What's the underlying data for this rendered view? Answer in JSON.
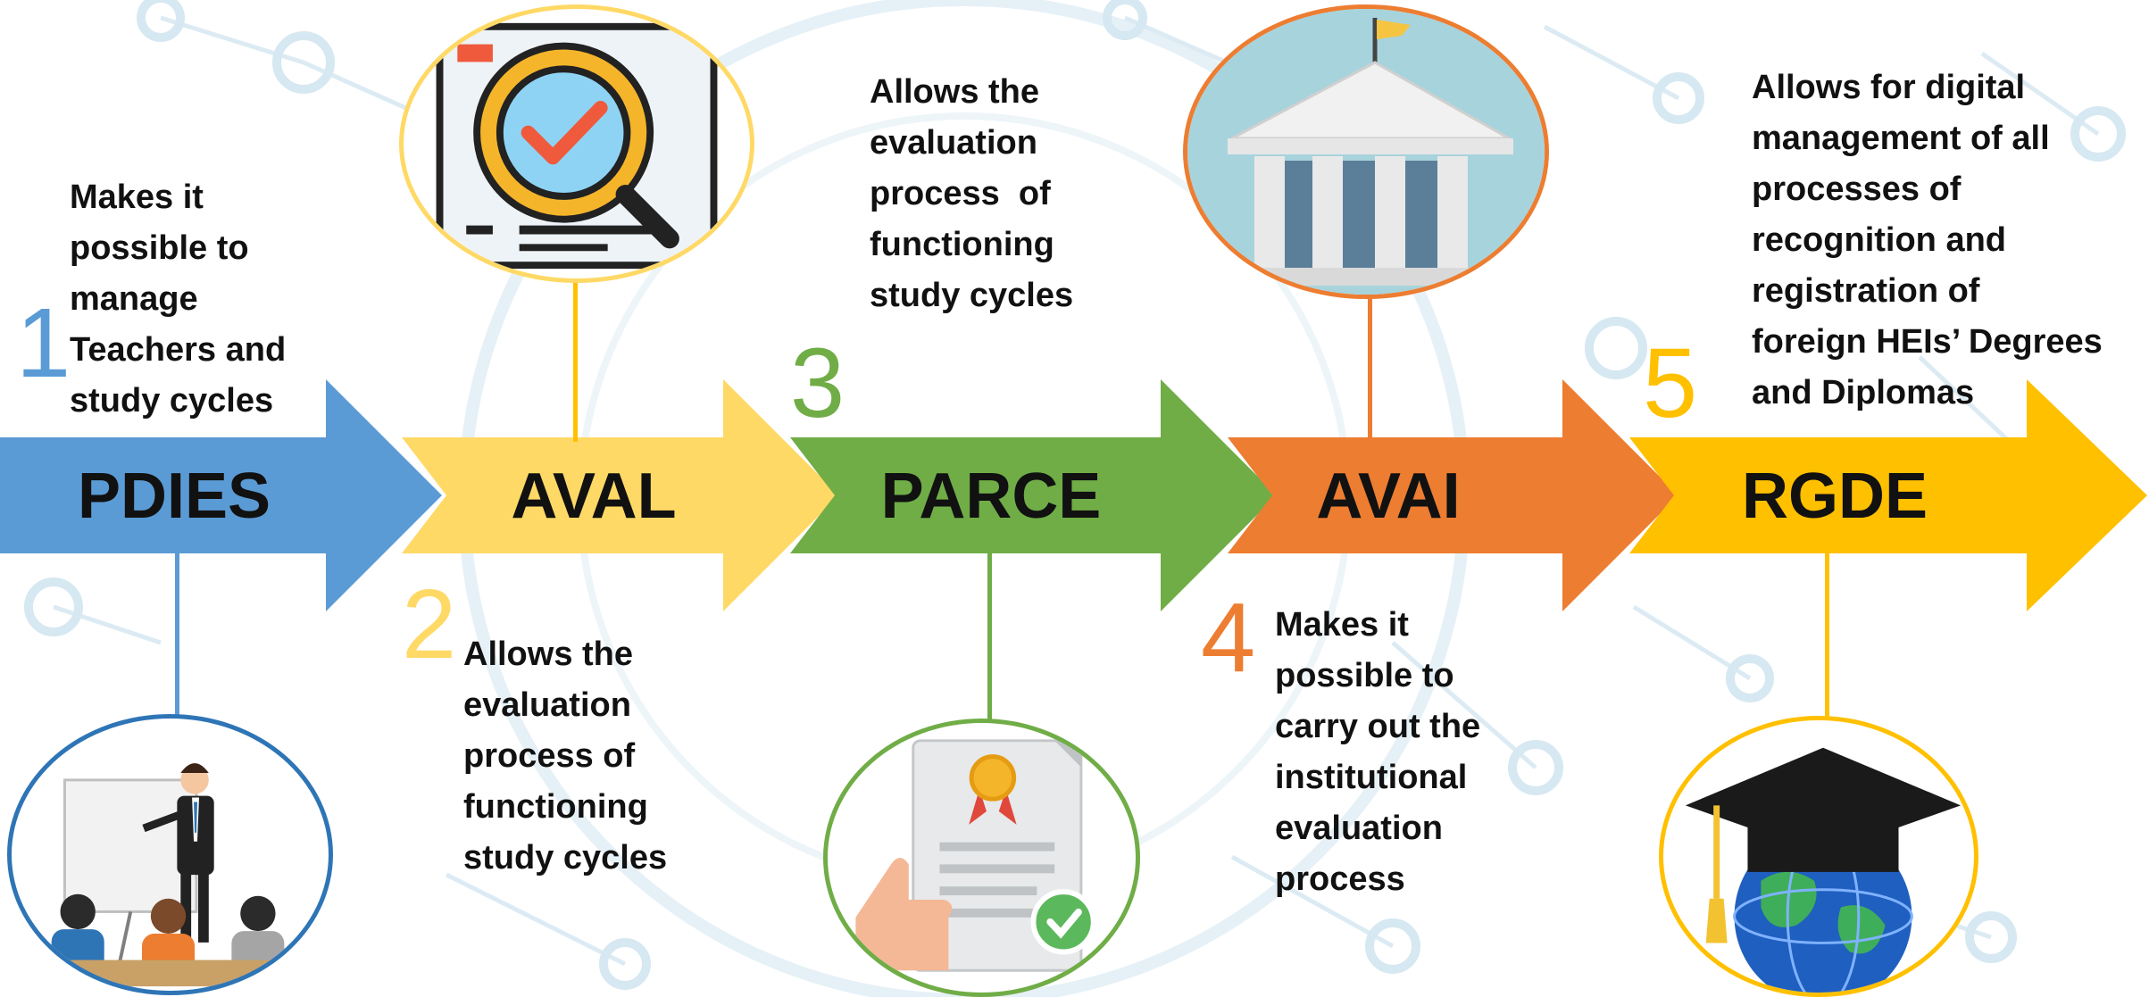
{
  "colors": {
    "pdies": "#5b9bd5",
    "aval": "#ffd966",
    "parce": "#70ad47",
    "avai": "#ed7d31",
    "rgde": "#ffc000"
  },
  "steps": [
    {
      "number": "1",
      "code": "PDIES",
      "description": [
        "Makes it",
        "possible to",
        "manage",
        "Teachers and",
        "study cycles"
      ],
      "icon": "presentation-icon"
    },
    {
      "number": "2",
      "code": "AVAL",
      "description": [
        "Allows the",
        "evaluation",
        "process of",
        "functioning",
        "study cycles"
      ],
      "icon": "magnifier-check-icon"
    },
    {
      "number": "3",
      "code": "PARCE",
      "description": [
        "Allows the",
        "evaluation",
        "process  of",
        "functioning",
        "study cycles"
      ],
      "icon": "certificate-icon"
    },
    {
      "number": "4",
      "code": "AVAI",
      "description": [
        "Makes it",
        "possible to",
        "carry out the",
        "institutional",
        "evaluation",
        "process"
      ],
      "icon": "institution-building-icon"
    },
    {
      "number": "5",
      "code": "RGDE",
      "description": [
        "Allows for digital",
        "management of all",
        "processes of",
        "recognition and",
        "registration of",
        "foreign HEIs’ Degrees",
        "and Diplomas"
      ],
      "icon": "graduation-globe-icon"
    }
  ]
}
